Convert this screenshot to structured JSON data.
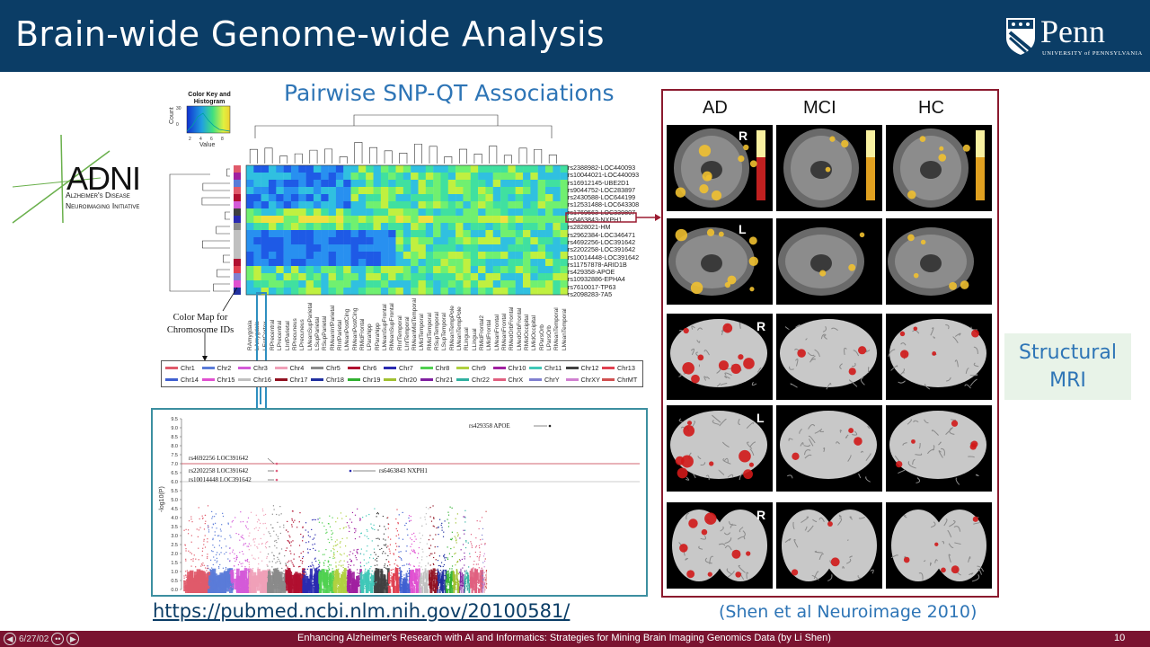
{
  "slide": {
    "title": "Brain-wide Genome-wide Analysis",
    "subtitle": "Pairwise SNP-QT Associations",
    "link": "https://pubmed.ncbi.nlm.nih.gov/20100581/",
    "citation": "(Shen et al Neuroimage 2010)",
    "structural": [
      "Structural",
      "MRI"
    ],
    "page_number": "10",
    "footer": "Enhancing Alzheimer's Research with AI and Informatics: Strategies for Mining Brain Imaging Genomics Data (by Li Shen)",
    "nav_counter": "6/27/02"
  },
  "logos": {
    "penn_word": "Penn",
    "penn_sub": "UNIVERSITY of PENNSYLVANIA",
    "adni_word": "ADNI",
    "adni_line1": "Alzheimer's Disease",
    "adni_line2": "Neuroimaging Initiative"
  },
  "heatmap": {
    "color_key_title": "Color Key and Histogram",
    "color_key_xlabel": "Value",
    "color_key_ylabel": "Count",
    "color_map_label": [
      "Color Map for",
      "Chromosome IDs"
    ],
    "snps": [
      "rs2388982-LOC440093",
      "rs10044021-LOC440093",
      "rs16912145-UBE2D1",
      "rs9044752-LOC283897",
      "rs2430588-LOC644199",
      "rs12531488-LOC643308",
      "rs1769563-LOC339807",
      "rs6463843-NXPH1",
      "rs2828021-HM",
      "rs2962384-LOC346471",
      "rs4692256-LOC391642",
      "rs2202258-LOC391642",
      "rs10014448-LOC391642",
      "rs11757878-ARID1B",
      "rs429358-APOE",
      "rs10932886-EPHA4",
      "rs7610017-TP63",
      "rs2098283-7A5"
    ],
    "qts": [
      "RAmygdala",
      "LAmygdala",
      "LEntCortex",
      "RPrecentral",
      "LPrecentral",
      "LInfParietal",
      "RPrecuneus",
      "LPrecuneus",
      "LMeanSupParietal",
      "LSupParietal",
      "RSupParietal",
      "RMeanInfParietal",
      "RInfParietal",
      "LMeanPostCing",
      "RMeanPostCing",
      "RMidFrontal",
      "LParahipp",
      "RParahipp",
      "LMeanSupFrontal",
      "RMeanSupFrontal",
      "RInfTemporal",
      "LInfTemporal",
      "RMeanMidTemporal",
      "LMidTemporal",
      "RMidTemporal",
      "RSupTemporal",
      "LSupTemporal",
      "RMeanTempPole",
      "LMeanTempPole",
      "RLingual",
      "LLingual",
      "RMidFrontal2",
      "LMidFrontal",
      "LMeanFrontal",
      "RMeanFrontal",
      "RMedOrbFrontal",
      "LMedOrbFrontal",
      "RMidOccipital",
      "LMidOccipital",
      "RParsOrb",
      "LParsOrb",
      "RMeanTemporal",
      "LMeanTemporal"
    ]
  },
  "chr_legend": {
    "row1": [
      {
        "label": "Chr1",
        "color": "#e05a6a"
      },
      {
        "label": "Chr2",
        "color": "#5a7bd8"
      },
      {
        "label": "Chr3",
        "color": "#d45ad8"
      },
      {
        "label": "Chr4",
        "color": "#f0a0b8"
      },
      {
        "label": "Chr5",
        "color": "#8a8a8a"
      },
      {
        "label": "Chr6",
        "color": "#b01030"
      },
      {
        "label": "Chr7",
        "color": "#2a2ab0"
      },
      {
        "label": "Chr8",
        "color": "#50d050"
      },
      {
        "label": "Chr9",
        "color": "#b0d040"
      },
      {
        "label": "Chr10",
        "color": "#a020a0"
      },
      {
        "label": "Chr11",
        "color": "#40c8b8"
      },
      {
        "label": "Chr12",
        "color": "#404040"
      },
      {
        "label": "Chr13",
        "color": "#e04050"
      }
    ],
    "row2": [
      {
        "label": "Chr14",
        "color": "#4060d0"
      },
      {
        "label": "Chr15",
        "color": "#e050d0"
      },
      {
        "label": "Chr16",
        "color": "#c0c0c0"
      },
      {
        "label": "Chr17",
        "color": "#901020"
      },
      {
        "label": "Chr18",
        "color": "#2030a0"
      },
      {
        "label": "Chr19",
        "color": "#30b030"
      },
      {
        "label": "Chr20",
        "color": "#a0c030"
      },
      {
        "label": "Chr21",
        "color": "#8020a0"
      },
      {
        "label": "Chr22",
        "color": "#30b0a0"
      },
      {
        "label": "ChrX",
        "color": "#e06080"
      },
      {
        "label": "ChrY",
        "color": "#8080d0"
      },
      {
        "label": "ChrXY",
        "color": "#d080d0"
      },
      {
        "label": "ChrMT",
        "color": "#d05050"
      }
    ]
  },
  "manhattan": {
    "ylabel": "-log10(P)",
    "yticks": [
      "0.0",
      "0.5",
      "1.0",
      "1.5",
      "2.0",
      "2.5",
      "3.0",
      "3.5",
      "4.0",
      "4.5",
      "5.0",
      "5.5",
      "6.0",
      "6.5",
      "7.0",
      "7.5",
      "8.0",
      "8.5",
      "9.0",
      "9.5"
    ],
    "annotations": [
      {
        "label": "rs429358 APOE",
        "value": 9.1
      },
      {
        "label": "rs4692256 LOC391642",
        "value": 7.0
      },
      {
        "label": "rs2202258 LOC391642",
        "value": 6.6
      },
      {
        "label": "rs6463843 NXPH1",
        "value": 6.6
      },
      {
        "label": "rs10014448 LOC391642",
        "value": 6.1
      }
    ]
  },
  "mri": {
    "groups": [
      "AD",
      "MCI",
      "HC"
    ],
    "row_marks": [
      "R",
      "L",
      "R",
      "L",
      "R"
    ]
  },
  "colors": {
    "header": "#0b3d66",
    "footer": "#7a1330",
    "accent_blue": "#2e75b6",
    "panel_border": "#8b1a2e",
    "manhattan_border": "#3c8fa0"
  }
}
